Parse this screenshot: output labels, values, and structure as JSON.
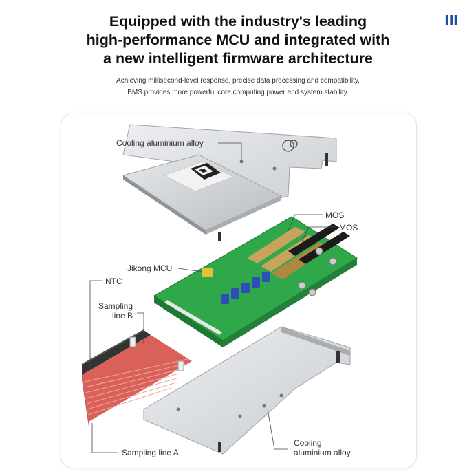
{
  "brand": {
    "mark": "III",
    "color": "#1b4fa8"
  },
  "headline": {
    "line1": "Equipped with the industry's leading",
    "line2": "high-performance MCU and integrated with",
    "line3": "a new intelligent firmware architecture"
  },
  "subtext": {
    "line1": "Achieving millisecond-level response, precise data processing and compatibility,",
    "line2": "BMS provides more powerful core computing power and system stability."
  },
  "callouts": {
    "cooling_top": "Cooling aluminium alloy",
    "mos_1": "MOS",
    "mos_2": "MOS",
    "mcu": "Jikong MCU",
    "ntc": "NTC",
    "sampling_b_1": "Sampling",
    "sampling_b_2": "line B",
    "sampling_a": "Sampling line A",
    "cooling_bottom_1": "Cooling",
    "cooling_bottom_2": "aluminium alloy"
  },
  "colors": {
    "pcb_green": "#2fa84a",
    "aluminium": "#d9dbde",
    "wire_red": "#d9615a",
    "capacitor_blue": "#2f4fb8",
    "copper": "#c9a25c"
  },
  "icons": [
    "cloud-logo-icon",
    "qr-code-icon"
  ]
}
